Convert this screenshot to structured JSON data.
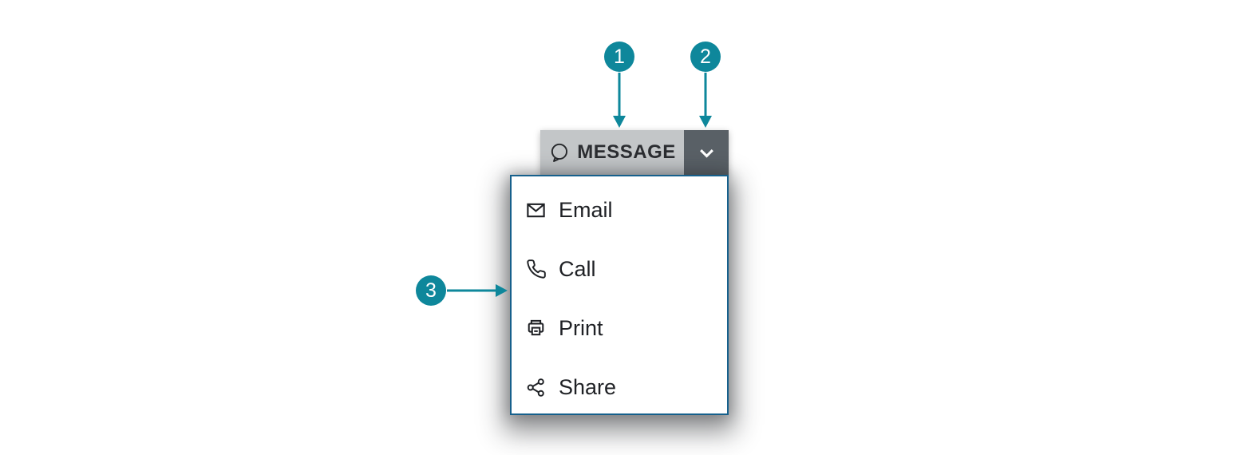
{
  "split_button": {
    "label": "MESSAGE",
    "icon": "speech-bubble-icon"
  },
  "dropdown": {
    "items": [
      {
        "label": "Email",
        "icon": "email-icon"
      },
      {
        "label": "Call",
        "icon": "phone-icon"
      },
      {
        "label": "Print",
        "icon": "printer-icon"
      },
      {
        "label": "Share",
        "icon": "share-icon"
      }
    ]
  },
  "callouts": [
    {
      "number": "1"
    },
    {
      "number": "2"
    },
    {
      "number": "3"
    }
  ],
  "colors": {
    "accent-teal": "#0e879b",
    "button-bg": "#c3c6c8",
    "button-text": "#2b2d31",
    "toggle-bg": "#596066",
    "toggle-glyph": "#ffffff",
    "menu-border": "#16608c",
    "menu-bg": "#ffffff",
    "menu-text": "#1f2125",
    "canvas-bg": "#ffffff"
  }
}
